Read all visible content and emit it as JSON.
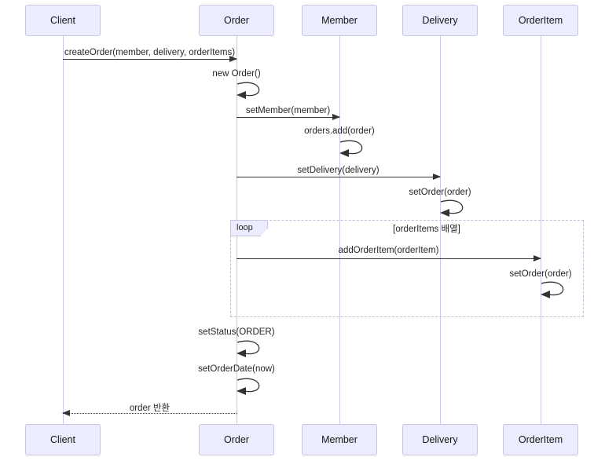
{
  "diagram": {
    "title": "order-creation-sequence",
    "participants": [
      {
        "name": "Client"
      },
      {
        "name": "Order"
      },
      {
        "name": "Member"
      },
      {
        "name": "Delivery"
      },
      {
        "name": "OrderItem"
      }
    ],
    "messages": [
      {
        "label": "createOrder(member, delivery, orderItems)",
        "from": "Client",
        "to": "Order",
        "type": "solid"
      },
      {
        "label": "new Order()",
        "from": "Order",
        "to": "Order",
        "type": "self"
      },
      {
        "label": "setMember(member)",
        "from": "Order",
        "to": "Member",
        "type": "solid"
      },
      {
        "label": "orders.add(order)",
        "from": "Member",
        "to": "Member",
        "type": "self"
      },
      {
        "label": "setDelivery(delivery)",
        "from": "Order",
        "to": "Delivery",
        "type": "solid"
      },
      {
        "label": "setOrder(order)",
        "from": "Delivery",
        "to": "Delivery",
        "type": "self"
      },
      {
        "label": "addOrderItem(orderItem)",
        "from": "Order",
        "to": "OrderItem",
        "type": "solid"
      },
      {
        "label": "setOrder(order)",
        "from": "OrderItem",
        "to": "OrderItem",
        "type": "self"
      },
      {
        "label": "setStatus(ORDER)",
        "from": "Order",
        "to": "Order",
        "type": "self"
      },
      {
        "label": "setOrderDate(now)",
        "from": "Order",
        "to": "Order",
        "type": "self"
      },
      {
        "label": "order 반환",
        "from": "Order",
        "to": "Client",
        "type": "dashed-return"
      }
    ],
    "loop": {
      "keyword": "loop",
      "title": "[orderItems 배열]"
    },
    "colors": {
      "participant_fill": "#ECECFF",
      "participant_border": "#c8c5e3",
      "lifeline": "#ccc9e6",
      "message": "#333333",
      "loop_border": "#bfbcd8",
      "label_bg": "#ECECFF"
    }
  }
}
